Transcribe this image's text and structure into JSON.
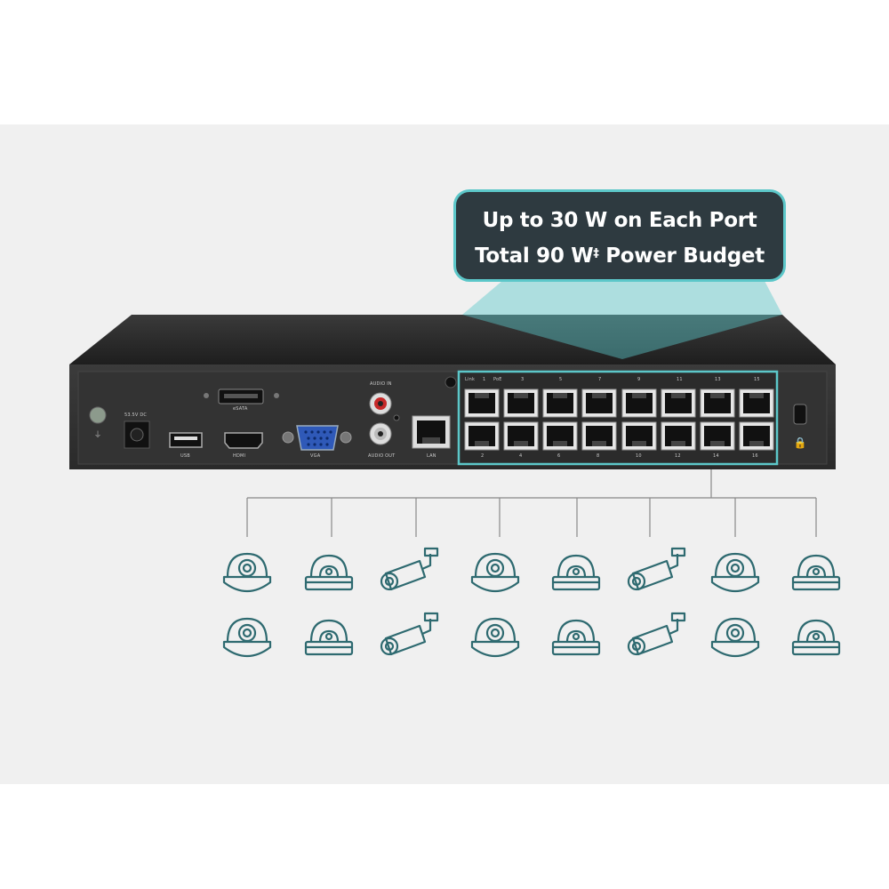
{
  "callout": {
    "line1": "Up to 30 W on Each Port",
    "line2_prefix": "Total 90 W",
    "line2_sup": "‡",
    "line2_suffix": " Power Budget"
  },
  "device": {
    "labels": {
      "power": "53.5V DC",
      "usb": "USB",
      "esata": "eSATA",
      "hdmi": "HDMI",
      "vga": "VGA",
      "audio_in": "AUDIO IN",
      "audio_out": "AUDIO OUT",
      "lan": "LAN",
      "link": "Link",
      "poe": "PoE"
    },
    "top_port_numbers": [
      "1",
      "3",
      "5",
      "7",
      "9",
      "11",
      "13",
      "15"
    ],
    "bottom_port_numbers": [
      "2",
      "4",
      "6",
      "8",
      "10",
      "12",
      "14",
      "16"
    ]
  },
  "colors": {
    "accent": "#5cc7c9",
    "callout_bg": "#2e3a40",
    "icon_stroke": "#2e6a70",
    "device_body": "#2b2b2b",
    "panel_bg": "#f0f0f0"
  },
  "cameras": {
    "top_row": [
      "dome-camera-icon",
      "turret-camera-icon",
      "bullet-camera-icon",
      "dome-camera-icon",
      "turret-camera-icon",
      "bullet-camera-icon",
      "dome-camera-icon",
      "turret-camera-icon"
    ],
    "bottom_row": [
      "dome-camera-icon",
      "turret-camera-icon",
      "bullet-camera-icon",
      "dome-camera-icon",
      "turret-camera-icon",
      "bullet-camera-icon",
      "dome-camera-icon",
      "turret-camera-icon"
    ]
  }
}
